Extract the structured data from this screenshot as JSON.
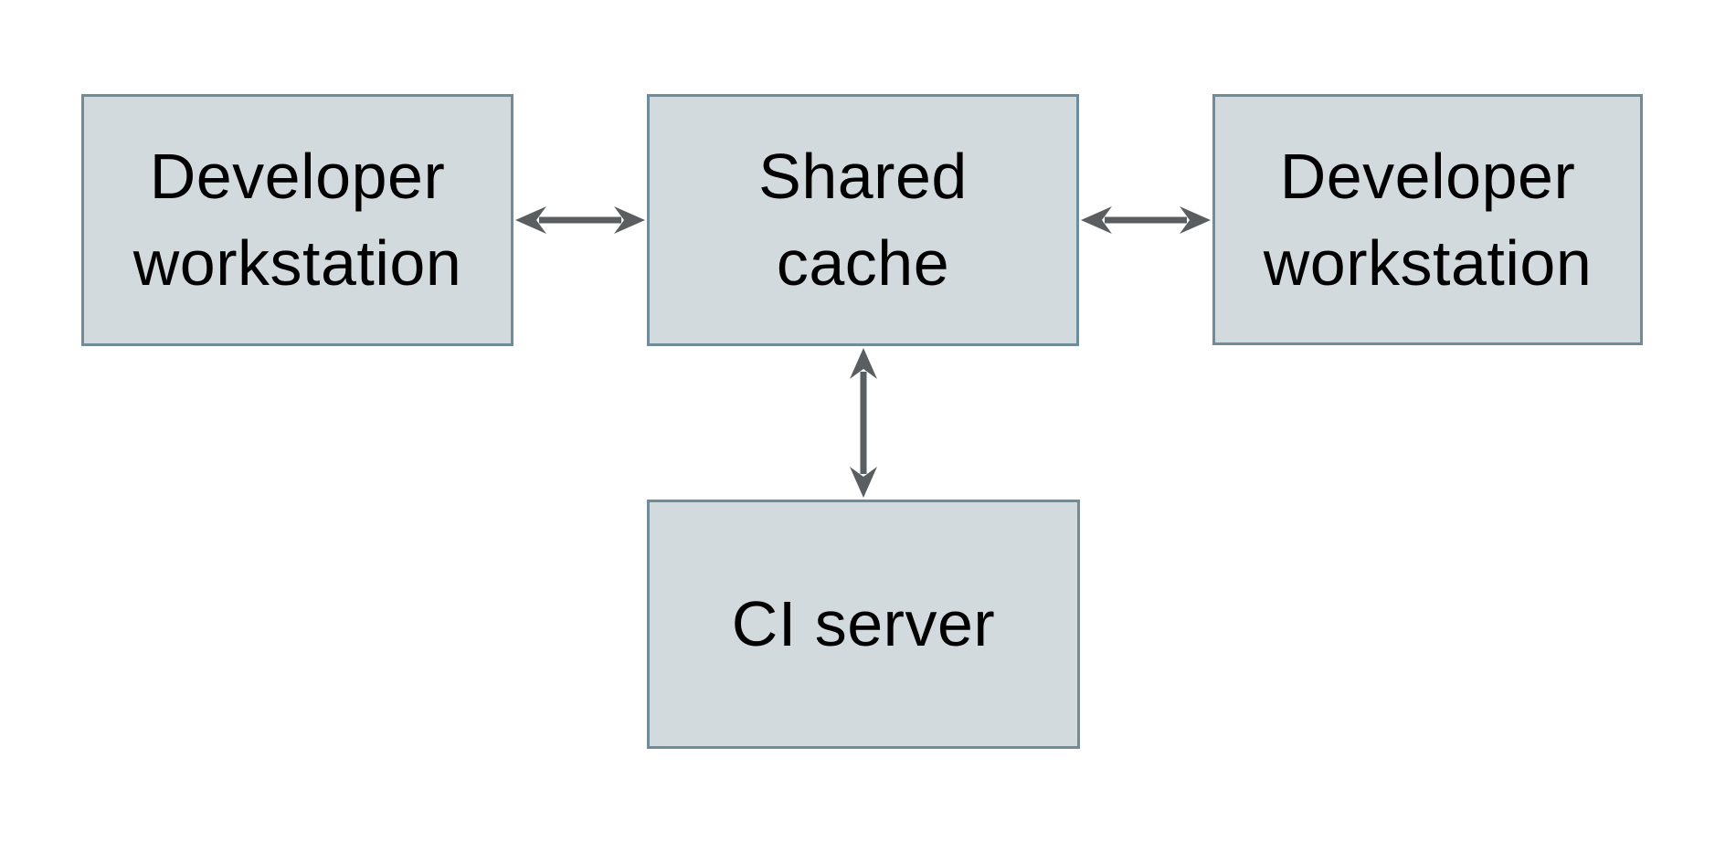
{
  "diagram": {
    "background_color": "#ffffff",
    "node_fill_color": "#d3dade",
    "node_border_color": "#6e8c9a",
    "arrow_color": "#5b5e60",
    "text_color": "#000000",
    "nodes": [
      {
        "id": "developer-workstation-left",
        "label": "Developer\nworkstation"
      },
      {
        "id": "shared-cache",
        "label": "Shared\ncache"
      },
      {
        "id": "developer-workstation-right",
        "label": "Developer\nworkstation"
      },
      {
        "id": "ci-server",
        "label": "CI server"
      }
    ],
    "connections": [
      {
        "from": "developer-workstation-left",
        "to": "shared-cache",
        "style": "bidirectional-arrow",
        "orientation": "horizontal"
      },
      {
        "from": "shared-cache",
        "to": "developer-workstation-right",
        "style": "bidirectional-arrow",
        "orientation": "horizontal"
      },
      {
        "from": "shared-cache",
        "to": "ci-server",
        "style": "bidirectional-arrow",
        "orientation": "vertical"
      }
    ]
  }
}
